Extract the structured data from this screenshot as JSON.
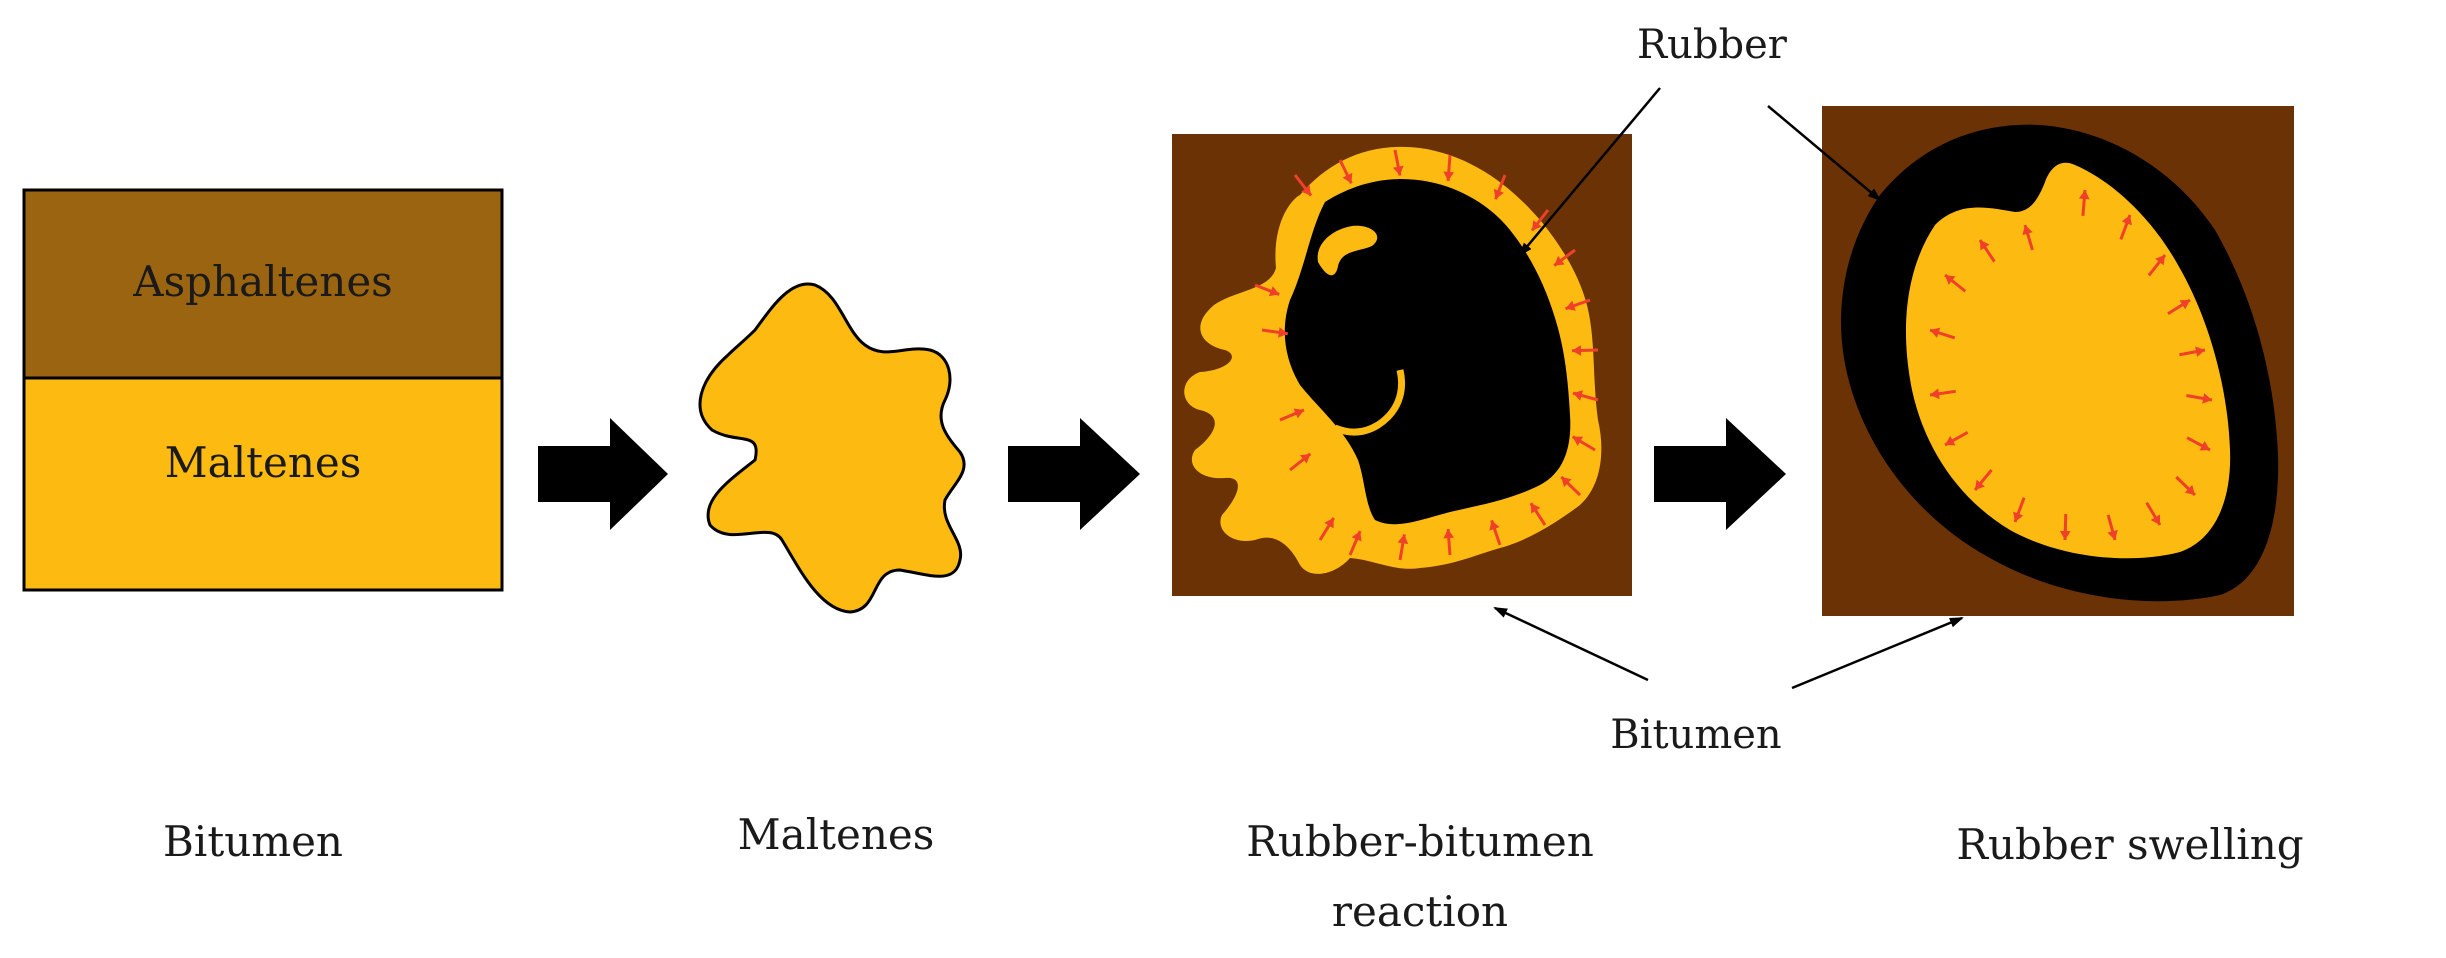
{
  "colors": {
    "asphaltenes": "#9a6411",
    "maltenes": "#fdbb12",
    "bitumen": "#6b3206",
    "rubber": "#000000",
    "arrow": "#000000",
    "diffusion_arrow": "#f0402a"
  },
  "stages": [
    {
      "caption": "Bitumen"
    },
    {
      "caption": "Maltenes"
    },
    {
      "caption_line1": "Rubber-bitumen",
      "caption_line2": "reaction"
    },
    {
      "caption": "Rubber swelling"
    }
  ],
  "bitumen_box": {
    "top_label": "Asphaltenes",
    "bottom_label": "Maltenes"
  },
  "callouts": {
    "rubber": "Rubber",
    "bitumen": "Bitumen"
  }
}
